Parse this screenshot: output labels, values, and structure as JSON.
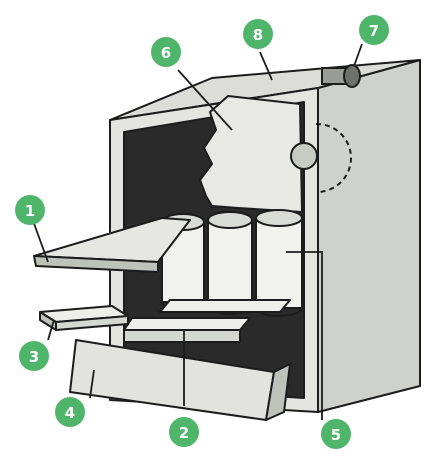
{
  "colors": {
    "badge": "#4fb56a",
    "outline": "#1c1c1c",
    "cabinet_face": "#e4e5e1",
    "cabinet_side": "#cfd1cc",
    "interior_dark": "#2a2a2a",
    "cylinder_fill": "#f1f2ee",
    "cylinder_shade": "#d9dbd6"
  },
  "labels": [
    {
      "id": "1",
      "text": "1"
    },
    {
      "id": "2",
      "text": "2"
    },
    {
      "id": "3",
      "text": "3"
    },
    {
      "id": "4",
      "text": "4"
    },
    {
      "id": "5",
      "text": "5"
    },
    {
      "id": "6",
      "text": "6"
    },
    {
      "id": "7",
      "text": "7"
    },
    {
      "id": "8",
      "text": "8"
    }
  ],
  "parts": [
    "front-flap",
    "lower-drawer",
    "small-tray",
    "base-drawer",
    "filter-cylinder",
    "cutaway-panel",
    "top-fitting",
    "top-edge"
  ]
}
